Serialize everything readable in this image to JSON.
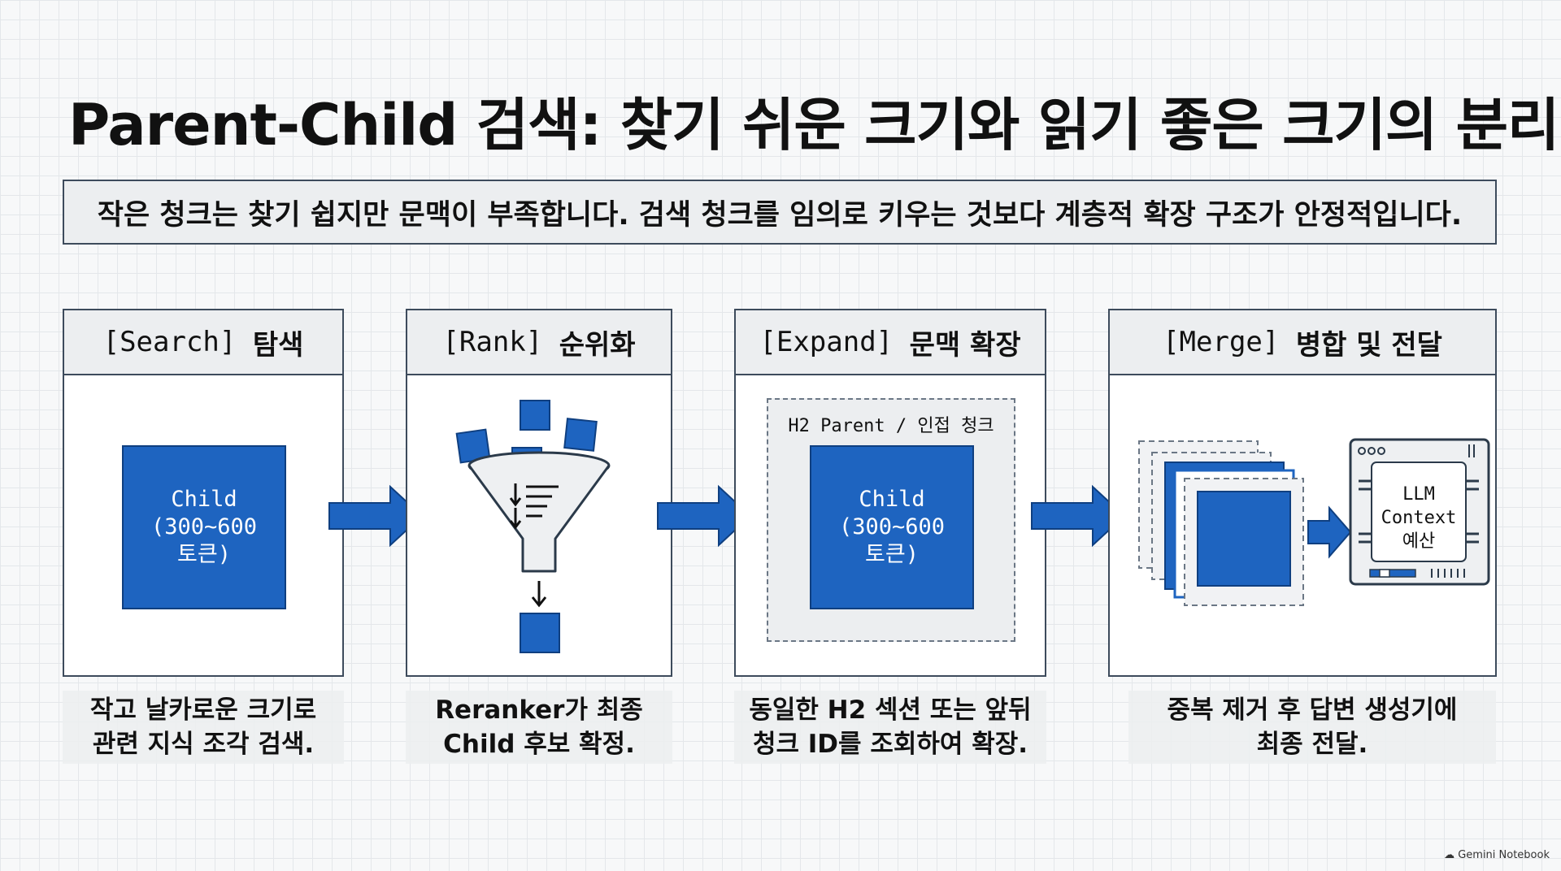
{
  "title": "Parent-Child 검색: 찾기 쉬운 크기와 읽기 좋은 크기의 분리",
  "subtitle": "작은 청크는 찾기 쉽지만 문맥이 부족합니다. 검색 청크를 임의로 키우는 것보다 계층적 확장 구조가 안정적입니다.",
  "stages": [
    {
      "tag": "[Search]",
      "name": "탐색",
      "box": "Child\n(300~600\n토큰)",
      "caption": "작고 날카로운 크기로\n관련 지식 조각 검색."
    },
    {
      "tag": "[Rank]",
      "name": "순위화",
      "caption": "Reranker가 최종\nChild 후보 확정."
    },
    {
      "tag": "[Expand]",
      "name": "문맥 확장",
      "parent_label": "H2 Parent / 인접 청크",
      "box": "Child\n(300~600\n토큰)",
      "caption": "동일한 H2 섹션 또는 앞뒤\n청크 ID를 조회하여 확장."
    },
    {
      "tag": "[Merge]",
      "name": "병합 및 전달",
      "chip": "LLM\nContext\n예산",
      "caption": "중복 제거 후 답변 생성기에\n최종 전달."
    }
  ],
  "brand": "Gemini Notebook",
  "colors": {
    "accent": "#1e64c0",
    "border": "#3d4b5c"
  }
}
